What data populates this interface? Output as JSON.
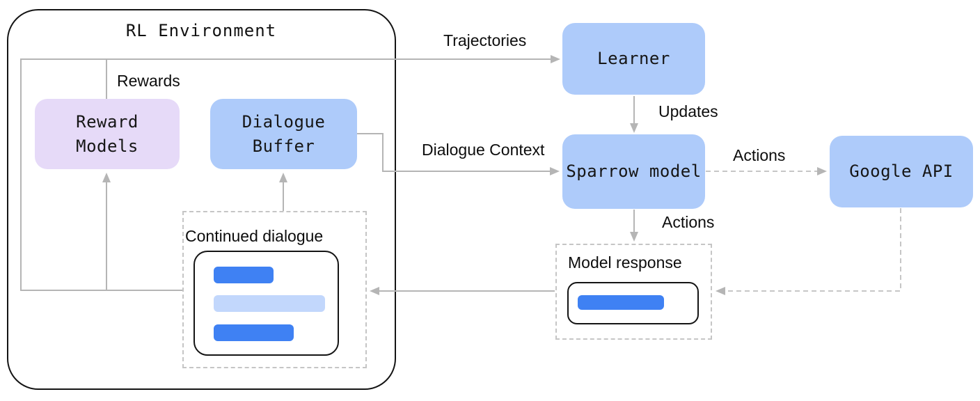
{
  "diagram": {
    "title": "RL Environment",
    "nodes": {
      "reward_models": {
        "label": "Reward\nModels"
      },
      "dialogue_buffer": {
        "label": "Dialogue\nBuffer"
      },
      "learner": {
        "label": "Learner"
      },
      "sparrow_model": {
        "label": "Sparrow model"
      },
      "google_api": {
        "label": "Google API"
      }
    },
    "groups": {
      "continued_dialogue": {
        "label": "Continued dialogue"
      },
      "model_response": {
        "label": "Model response"
      }
    },
    "edge_labels": {
      "trajectories": "Trajectories",
      "rewards": "Rewards",
      "updates": "Updates",
      "dialogue_context": "Dialogue Context",
      "actions_to_google": "Actions",
      "actions_to_response": "Actions"
    },
    "colors": {
      "node_blue": "#aecbfa",
      "node_purple": "#e6daf8",
      "bar_blue": "#3f81f3",
      "bar_light_blue": "#c2d7fc",
      "line_gray": "#b5b5b5",
      "dashed_gray": "#c6c6c6",
      "outline_black": "#141414"
    }
  }
}
